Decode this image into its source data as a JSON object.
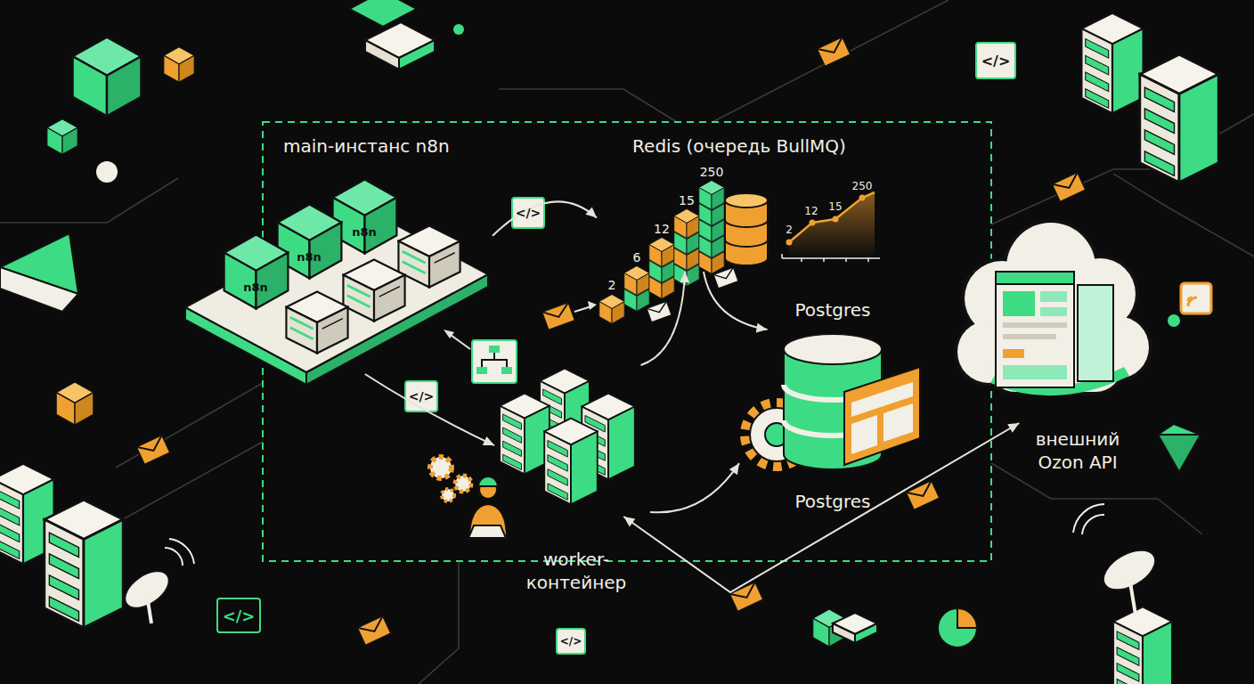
{
  "diagram": {
    "nodes": [
      {
        "text": [
          "main-инстанс n8n"
        ]
      },
      {
        "text": [
          "Redis (очередь BullMQ)"
        ]
      },
      {
        "text": [
          "Postgres",
          "Postgres"
        ]
      },
      {
        "text": [
          "worker-контейнер"
        ]
      },
      {
        "text": [
          "внешний Ozon API"
        ]
      }
    ],
    "edges": [
      {
        "from": 0,
        "to": 1,
        "arrow": "to"
      },
      {
        "from": 0,
        "to": 3,
        "arrow": "to"
      },
      {
        "from": 3,
        "to": 1,
        "arrow": "to"
      },
      {
        "from": 1,
        "to": 2,
        "arrow": "to"
      },
      {
        "from": 3,
        "to": 2,
        "arrow": "to"
      },
      {
        "from": 3,
        "to": 4,
        "arrow": "both"
      }
    ],
    "labels": [
      "n8n",
      "n8n",
      "n8n",
      "2",
      "6",
      "12",
      "15",
      "250",
      "2",
      "12",
      "15",
      "250",
      "</>",
      "</>",
      "</>",
      "</>",
      "</>"
    ]
  }
}
